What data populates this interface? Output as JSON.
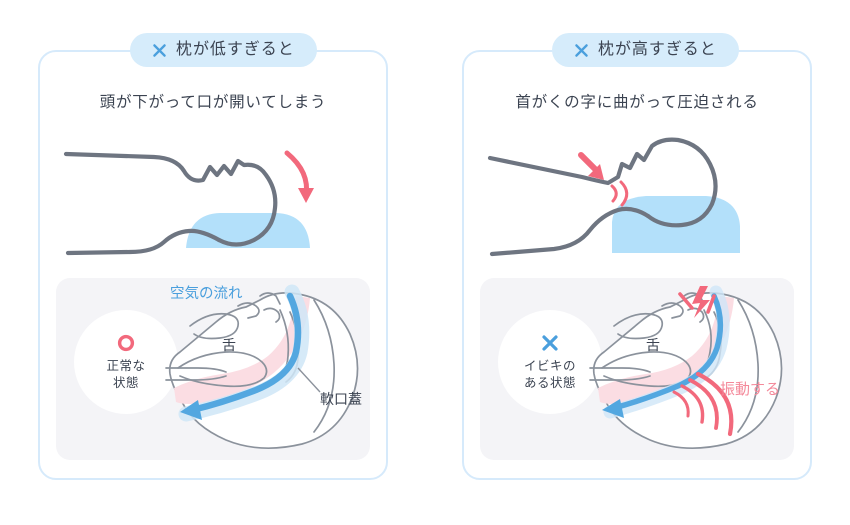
{
  "colors": {
    "panel_border": "#d6eafb",
    "badge_bg": "#d6ecfb",
    "accent_blue": "#4a9fdd",
    "text_dark": "#3b4351",
    "pillow_blue": "#b3e0fa",
    "body_outline": "#6e7581",
    "red_accent": "#f2697c",
    "pink_tissue": "#fbdde3",
    "airflow_blue": "#53a7e0",
    "card_bg": "#f4f4f7",
    "page_bg": "#ffffff"
  },
  "panels": [
    {
      "id": "low-pillow",
      "badge": {
        "icon": "cross-x-icon",
        "label": "枕が低すぎると"
      },
      "caption": "頭が下がって口が開いてしまう",
      "head_figure": {
        "name": "sleeping-head-low-pillow-illustration",
        "arrow": "curved-down-arrow"
      },
      "airway": {
        "status": {
          "icon": "circle-o-icon",
          "icon_color": "#f2697c",
          "lines": [
            "正常な",
            "状態"
          ]
        },
        "labels": [
          {
            "name": "airflow-label",
            "text": "空気の流れ",
            "color": "#4a9fdd"
          },
          {
            "name": "tongue-label",
            "text": "舌",
            "color": "#3b4351"
          },
          {
            "name": "soft-palate-label",
            "text": "軟口蓋",
            "color": "#3b4351"
          }
        ]
      }
    },
    {
      "id": "high-pillow",
      "badge": {
        "icon": "cross-x-icon",
        "label": "枕が高すぎると"
      },
      "caption": "首がくの字に曲がって圧迫される",
      "head_figure": {
        "name": "sleeping-head-high-pillow-illustration",
        "arrow": "straight-down-arrow"
      },
      "airway": {
        "status": {
          "icon": "cross-x-icon",
          "icon_color": "#4a9fdd",
          "lines": [
            "イビキの",
            "ある状態"
          ]
        },
        "labels": [
          {
            "name": "tongue-label",
            "text": "舌",
            "color": "#3b4351"
          },
          {
            "name": "vibration-label",
            "text": "振動する",
            "color": "#f4899a"
          }
        ]
      }
    }
  ]
}
